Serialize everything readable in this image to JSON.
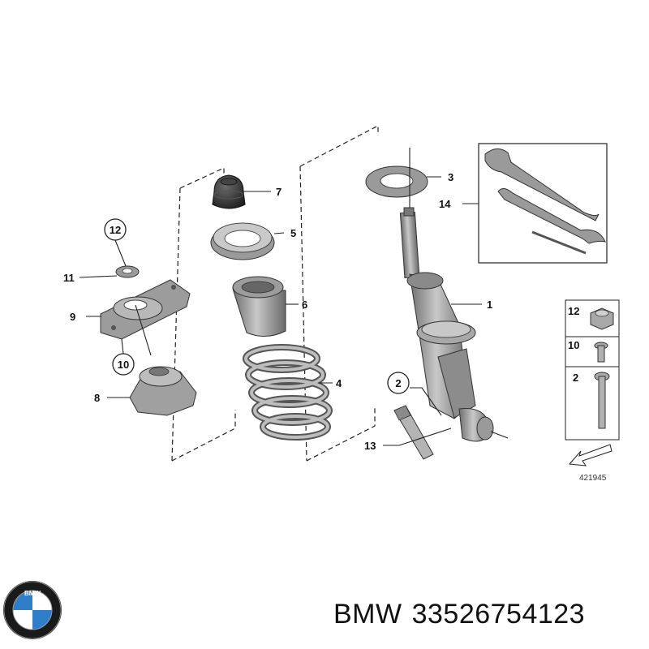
{
  "diagram": {
    "callouts": {
      "c1": "1",
      "c2": "2",
      "c3": "3",
      "c4": "4",
      "c5": "5",
      "c6": "6",
      "c7": "7",
      "c8": "8",
      "c9": "9",
      "c10": "10",
      "c11": "11",
      "c12": "12",
      "c13": "13",
      "c14": "14"
    },
    "legend": {
      "row1": "12",
      "row2": "10",
      "row3": "2"
    },
    "drawing_number": "421945"
  },
  "caption": {
    "brand": "BMW",
    "part_number": "33526754123"
  },
  "colors": {
    "part_fill": "#8e8e8e",
    "part_dark": "#5a5a5a",
    "part_light": "#c4c4c4",
    "line": "#222222",
    "logo_blue": "#2f7fc8",
    "logo_ring": "#1a1a1a"
  }
}
